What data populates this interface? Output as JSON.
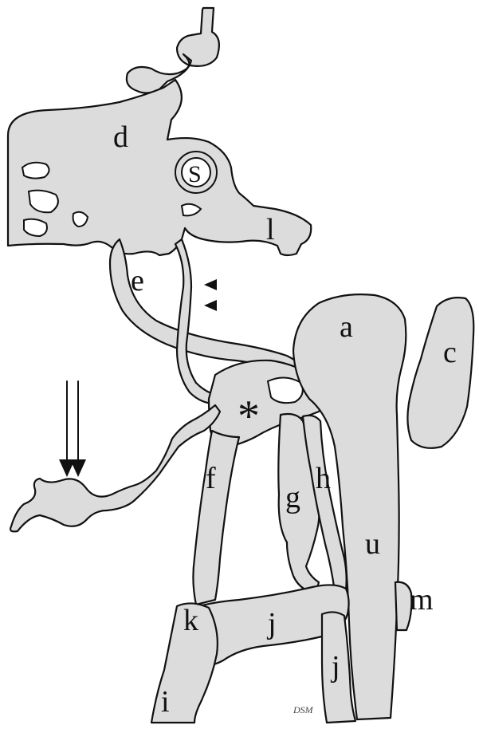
{
  "labels": {
    "d": "d",
    "s": "S",
    "l": "l",
    "e": "e",
    "a": "a",
    "c": "c",
    "star": "*",
    "f": "f",
    "g": "g",
    "h": "h",
    "u": "u",
    "m": "m",
    "k": "k",
    "j1": "j",
    "j2": "j",
    "i": "i"
  },
  "signature": "DSM",
  "colors": {
    "vessel_fill": "#dcdcdc",
    "outline": "#111111",
    "background": "#ffffff"
  }
}
